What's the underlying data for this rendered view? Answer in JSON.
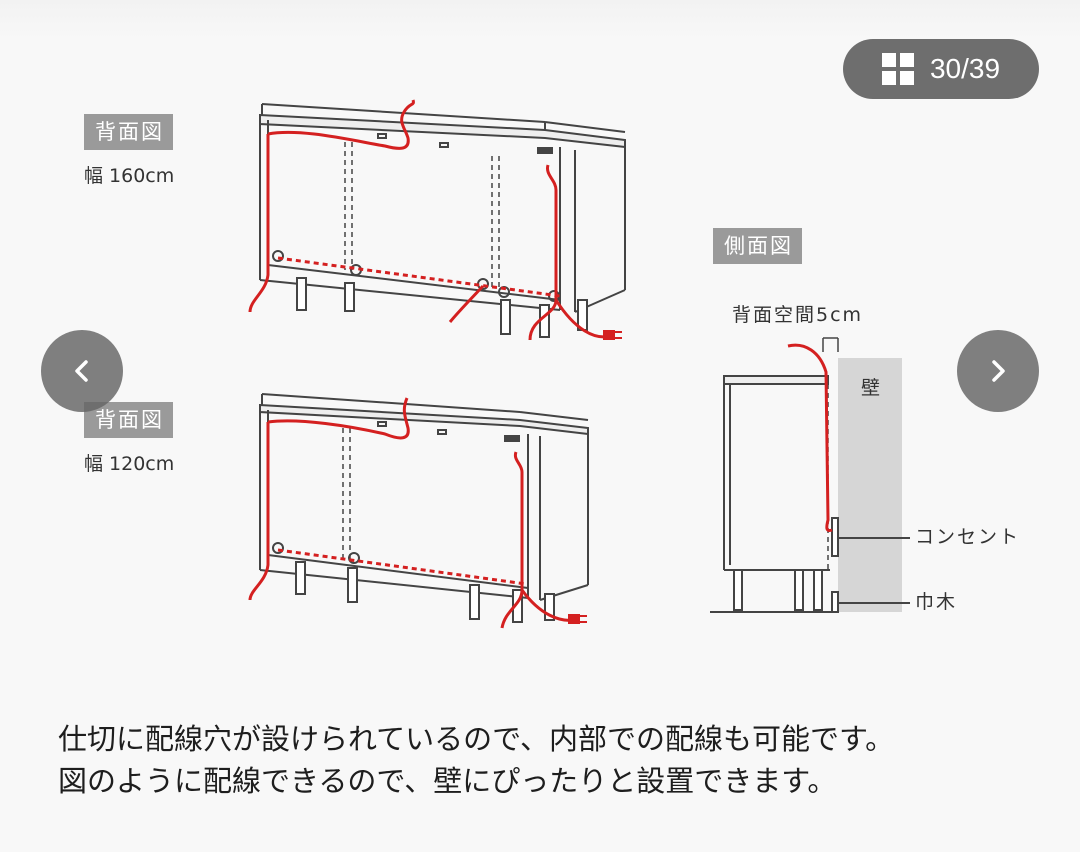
{
  "viewer": {
    "counter": {
      "current": "30/39"
    },
    "icons": {
      "grid": "grid-icon",
      "prev": "chevron-left-icon",
      "next": "chevron-right-icon"
    }
  },
  "figure": {
    "top_tag": "背面図",
    "top_width": "幅 160cm",
    "bottom_tag": "背面図",
    "bottom_width": "幅 120cm",
    "side_tag": "側面図",
    "back_space": "背面空間5cm",
    "wall": "壁",
    "outlet": "コンセント",
    "baseboard": "巾木"
  },
  "colors": {
    "cable": "#d42020",
    "line": "#444444",
    "wall": "#d6d6d6",
    "tag_bg": "#9a9a9a",
    "pill_bg": "#6e6e6e"
  },
  "caption": {
    "line1": "仕切に配線穴が設けられているので、内部での配線も可能です。",
    "line2": "図のように配線できるので、壁にぴったりと設置できます。"
  }
}
